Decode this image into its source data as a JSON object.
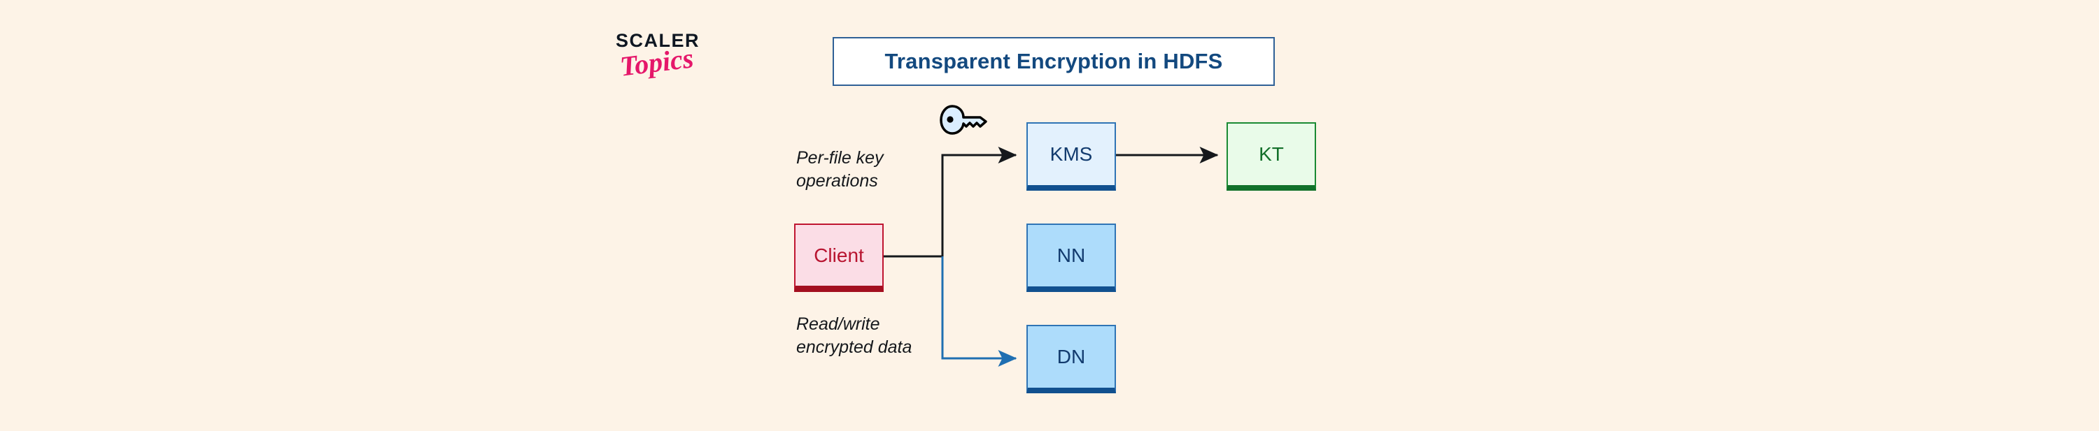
{
  "brand": {
    "line1": "SCALER",
    "line2": "Topics",
    "accent_color": "#e5176a",
    "text_color": "#0f1722"
  },
  "page": {
    "background_color": "#fdf3e7"
  },
  "title": {
    "text": "Transparent Encryption in HDFS",
    "text_color": "#13497f",
    "border_color": "#2f6096",
    "background_color": "#ffffff"
  },
  "diagram": {
    "type": "flow-diagram",
    "nodes": [
      {
        "id": "client",
        "label": "Client",
        "fill_color": "#fbdde6",
        "border_color": "#bf1530",
        "text_color": "#b81430"
      },
      {
        "id": "kms",
        "label": "KMS",
        "fill_color": "#e3f1fd",
        "border_color": "#2f74b5",
        "text_color": "#123b6e"
      },
      {
        "id": "nn",
        "label": "NN",
        "fill_color": "#addcfb",
        "border_color": "#2f74b5",
        "text_color": "#123b6e"
      },
      {
        "id": "dn",
        "label": "DN",
        "fill_color": "#addcfb",
        "border_color": "#2f74b5",
        "text_color": "#123b6e"
      },
      {
        "id": "kt",
        "label": "KT",
        "fill_color": "#e9fbe9",
        "border_color": "#1a8a33",
        "text_color": "#13702a"
      }
    ],
    "edges": [
      {
        "id": "client-to-kms",
        "from": "client",
        "to": "kms",
        "label": "Per-file key\noperations",
        "color": "#15181c",
        "arrowhead": true
      },
      {
        "id": "client-to-dn",
        "from": "client",
        "to": "dn",
        "label": "Read/write\nencrypted data",
        "color": "#1f6fb2",
        "arrowhead": true
      },
      {
        "id": "kms-to-kt",
        "from": "kms",
        "to": "kt",
        "label": "",
        "color": "#15181c",
        "arrowhead": true
      }
    ],
    "decorations": [
      {
        "id": "key",
        "icon": "key-icon",
        "fill_color": "#dbeeff",
        "stroke_color": "#000000"
      }
    ]
  }
}
